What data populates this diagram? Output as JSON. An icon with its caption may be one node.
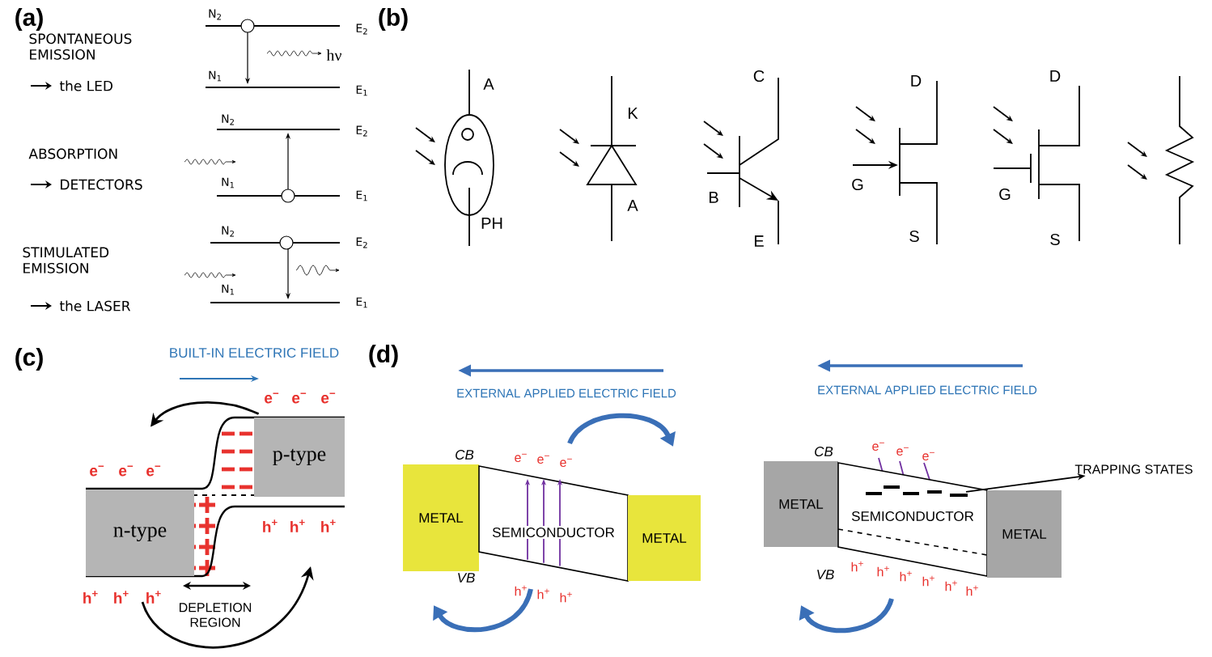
{
  "diagram": {
    "nodes": [
      {
        "text": [
          "n-type"
        ]
      },
      {
        "text": [
          "p-type"
        ]
      },
      {
        "text": [
          "METAL"
        ]
      },
      {
        "text": [
          "SEMICONDUCTOR"
        ]
      },
      {
        "text": [
          "METAL"
        ]
      },
      {
        "text": [
          "METAL"
        ]
      },
      {
        "text": [
          "SEMICONDUCTOR"
        ]
      },
      {
        "text": [
          "METAL"
        ]
      },
      {
        "text": [
          "TRAPPING STATES"
        ]
      }
    ],
    "edges": [
      {
        "from": 6,
        "to": 8,
        "arrow": "to"
      },
      {
        "from": 1,
        "to": 0,
        "arrow": "to"
      }
    ],
    "labels": [
      "(a)",
      "N$_{2}$",
      "E$_{2}$",
      "SPONTANEOUS EMISSION",
      "hν",
      "N$_{1}$",
      "the LED",
      "E$_{1}$",
      "N$_{2}$",
      "E$_{2}$",
      "ABSORPTION",
      "DETECTORS",
      "N$_{1}$",
      "E$_{1}$",
      "N$_{2}$",
      "E$_{2}$",
      "STIMULATED EMISSION",
      "N$_{1}$",
      "the LASER",
      "E$_{1}$",
      "(b)",
      "A",
      "PH",
      "K",
      "A",
      "C",
      "B",
      "E",
      "D",
      "G",
      "S",
      "D",
      "G",
      "S",
      "(c)",
      "BUILT-IN ELECTRIC FIELD",
      "e$^{−}$",
      "e$^{−}$",
      "e$^{−}$",
      "e$^{−}$",
      "e$^{−}$",
      "e$^{−}$",
      "h$^{+}$",
      "h$^{+}$",
      "h$^{+}$",
      "h$^{+}$",
      "h$^{+}$",
      "h$^{+}$",
      "DEPLETION REGION",
      "(d)",
      "EXTERNAL APPLIED ELECTRIC FIELD",
      "CB",
      "e$^{−}$",
      "e$^{−}$",
      "e$^{−}$",
      "VB",
      "h$^{+}$",
      "h$^{+}$",
      "h$^{+}$",
      "EXTERNAL APPLIED ELECTRIC FIELD",
      "CB",
      "e$^{−}$",
      "e$^{−}$",
      "e$^{−}$",
      "VB",
      "h$^{+}$",
      "h$^{+}$",
      "h$^{+}$",
      "h$^{+}$",
      "h$^{+}$",
      "h$^{+}$"
    ]
  }
}
